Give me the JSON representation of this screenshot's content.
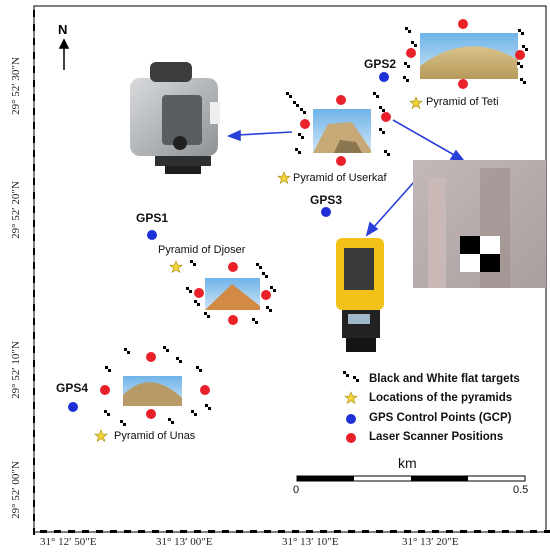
{
  "north_label": "N",
  "lat_ticks": [
    "29° 52′ 30″N",
    "29° 52′ 20″N",
    "29° 52′ 10″N",
    "29° 52′ 00″N"
  ],
  "lon_ticks": [
    "31° 12′ 50″E",
    "31° 13′ 00″E",
    "31° 13′ 10″E",
    "31° 13′ 20″E"
  ],
  "gps": [
    "GPS1",
    "GPS2",
    "GPS3",
    "GPS4"
  ],
  "pyramids": {
    "teti": "Pyramid of Teti",
    "userkaf": "Pyramid of Userkaf",
    "djoser": "Pyramid of Djoser",
    "unas": "Pyramid of Unas"
  },
  "legend": [
    {
      "label": "Black and White flat targets",
      "symbol": "checker-icon"
    },
    {
      "label": "Locations of the pyramids",
      "symbol": "star-icon",
      "color": "#f2d23c"
    },
    {
      "label": "GPS Control Points (GCP)",
      "symbol": "blue-dot",
      "color": "#1f2fd6"
    },
    {
      "label": "Laser Scanner Positions",
      "symbol": "red-dot",
      "color": "#e8202a"
    }
  ],
  "scale_bar": {
    "unit": "km",
    "start": "0",
    "end": "0.5"
  },
  "colors": {
    "gps": "#1f2fd6",
    "scanner": "#e8202a",
    "star": "#f2d23c",
    "arrow": "#2a3fd8"
  }
}
